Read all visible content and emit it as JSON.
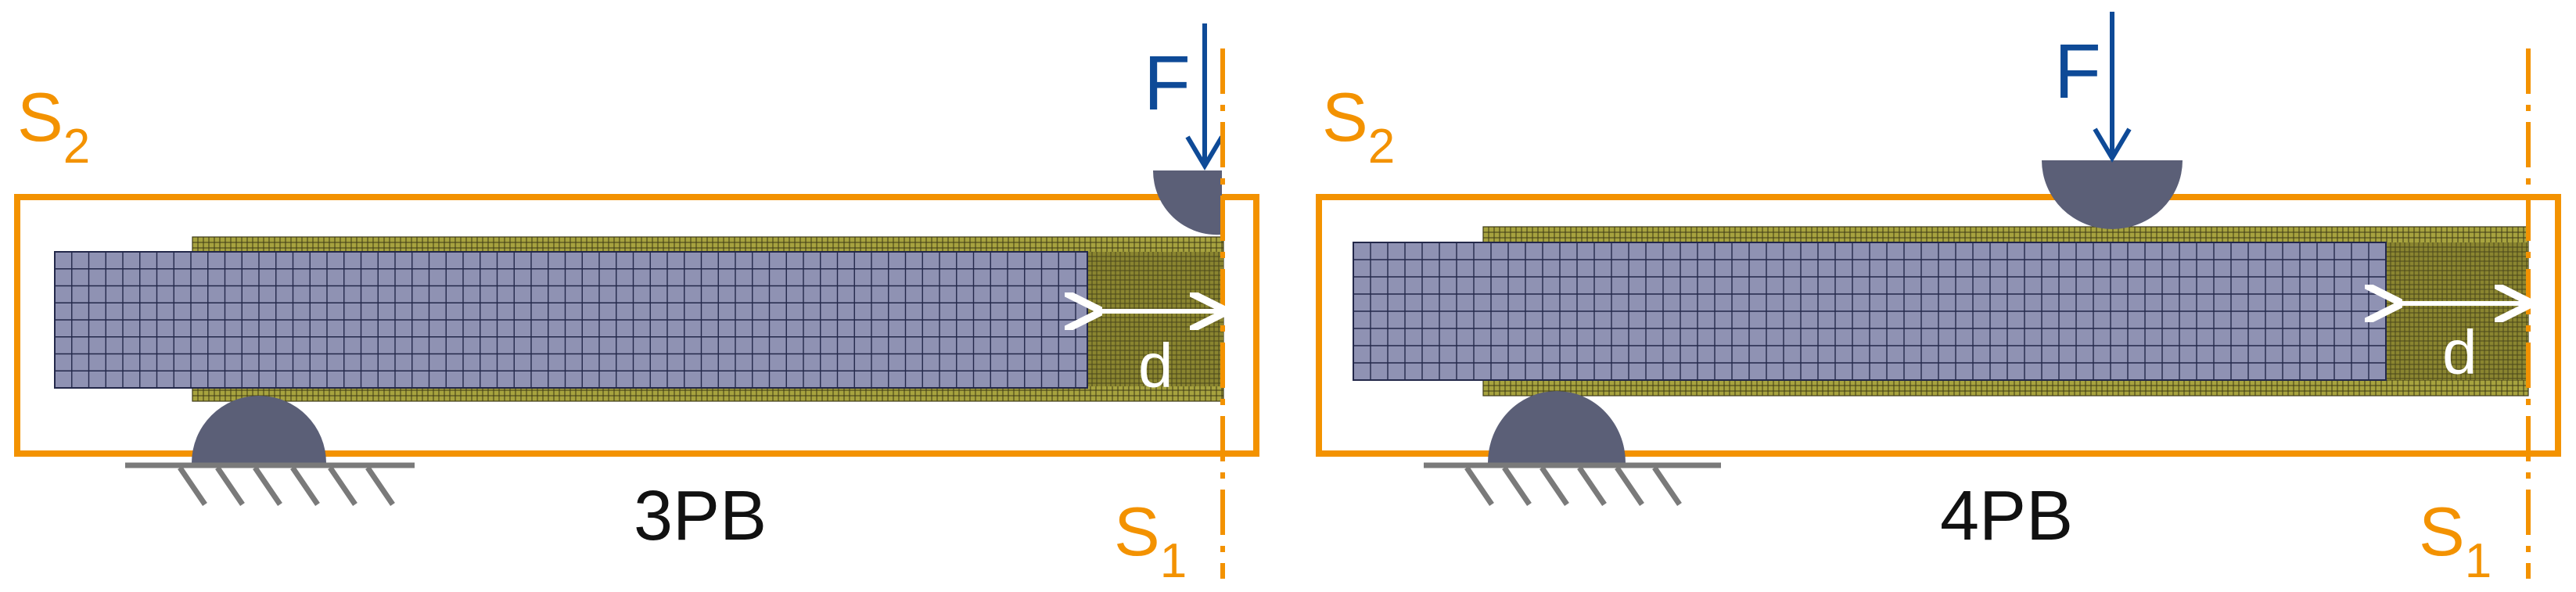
{
  "colors": {
    "frame": "#F39200",
    "force": "#0E4A97",
    "mesh_fill": "#8F92B3",
    "mesh_line": "#23284A",
    "shell_fill": "#A7A33F",
    "shell_line": "#3E3A16",
    "support": "#5B5F77",
    "ground": "#7A7A7A",
    "label": "#111111",
    "arrow": "#FFFFFF"
  },
  "panels": [
    {
      "id": "3pb",
      "caption": "3PB",
      "force_label": "F",
      "section_top": {
        "base": "S",
        "sub": "2"
      },
      "section_bottom": {
        "base": "S",
        "sub": "1"
      },
      "dimension_label": "d"
    },
    {
      "id": "4pb",
      "caption": "4PB",
      "force_label": "F",
      "section_top": {
        "base": "S",
        "sub": "2"
      },
      "section_bottom": {
        "base": "S",
        "sub": "1"
      },
      "dimension_label": "d"
    }
  ]
}
